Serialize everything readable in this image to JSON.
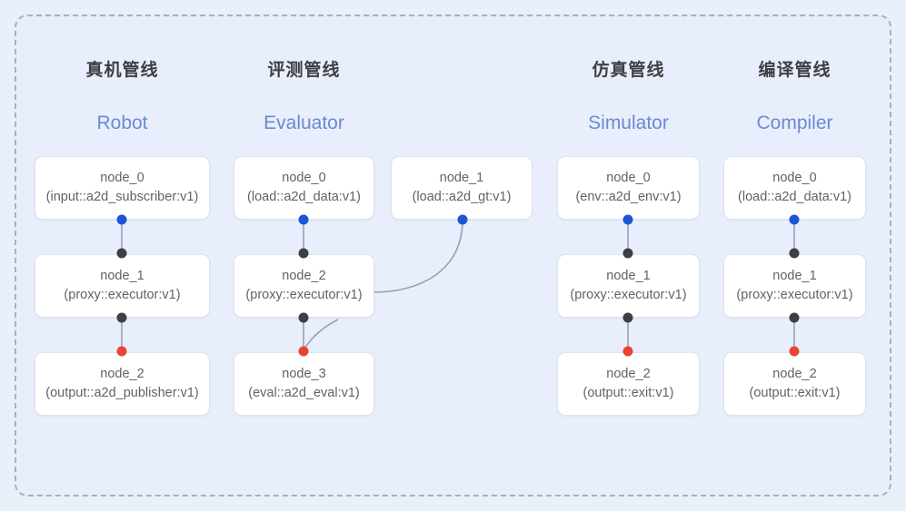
{
  "diagram": {
    "background_color": "#eaf0fa",
    "panel_color": "#e8eefb",
    "frame_border_color": "#a8b0bf",
    "node_fill": "#ffffff",
    "node_border": "#dfe3ec",
    "title_color": "#3c4043",
    "subtitle_color": "#6a8bd0",
    "edge_color": "#9aa0ac",
    "port_colors": {
      "input_blue": "#1a56d6",
      "link_dark": "#3c4043",
      "output_red": "#ea4335"
    }
  },
  "columns": [
    {
      "id": "robot",
      "title": "真机管线",
      "subtitle": "Robot",
      "nodes": [
        {
          "name": "node_0",
          "type": "(input::a2d_subscriber:v1)"
        },
        {
          "name": "node_1",
          "type": "(proxy::executor:v1)"
        },
        {
          "name": "node_2",
          "type": "(output::a2d_publisher:v1)"
        }
      ]
    },
    {
      "id": "evaluator",
      "title": "评测管线",
      "subtitle": "Evaluator",
      "nodes": [
        {
          "name": "node_0",
          "type": "(load::a2d_data:v1)"
        },
        {
          "name": "node_1",
          "type": "(load::a2d_gt:v1)"
        },
        {
          "name": "node_2",
          "type": "(proxy::executor:v1)"
        },
        {
          "name": "node_3",
          "type": "(eval::a2d_eval:v1)"
        }
      ]
    },
    {
      "id": "simulator",
      "title": "仿真管线",
      "subtitle": "Simulator",
      "nodes": [
        {
          "name": "node_0",
          "type": "(env::a2d_env:v1)"
        },
        {
          "name": "node_1",
          "type": "(proxy::executor:v1)"
        },
        {
          "name": "node_2",
          "type": "(output::exit:v1)"
        }
      ]
    },
    {
      "id": "compiler",
      "title": "编译管线",
      "subtitle": "Compiler",
      "nodes": [
        {
          "name": "node_0",
          "type": "(load::a2d_data:v1)"
        },
        {
          "name": "node_1",
          "type": "(proxy::executor:v1)"
        },
        {
          "name": "node_2",
          "type": "(output::exit:v1)"
        }
      ]
    }
  ]
}
